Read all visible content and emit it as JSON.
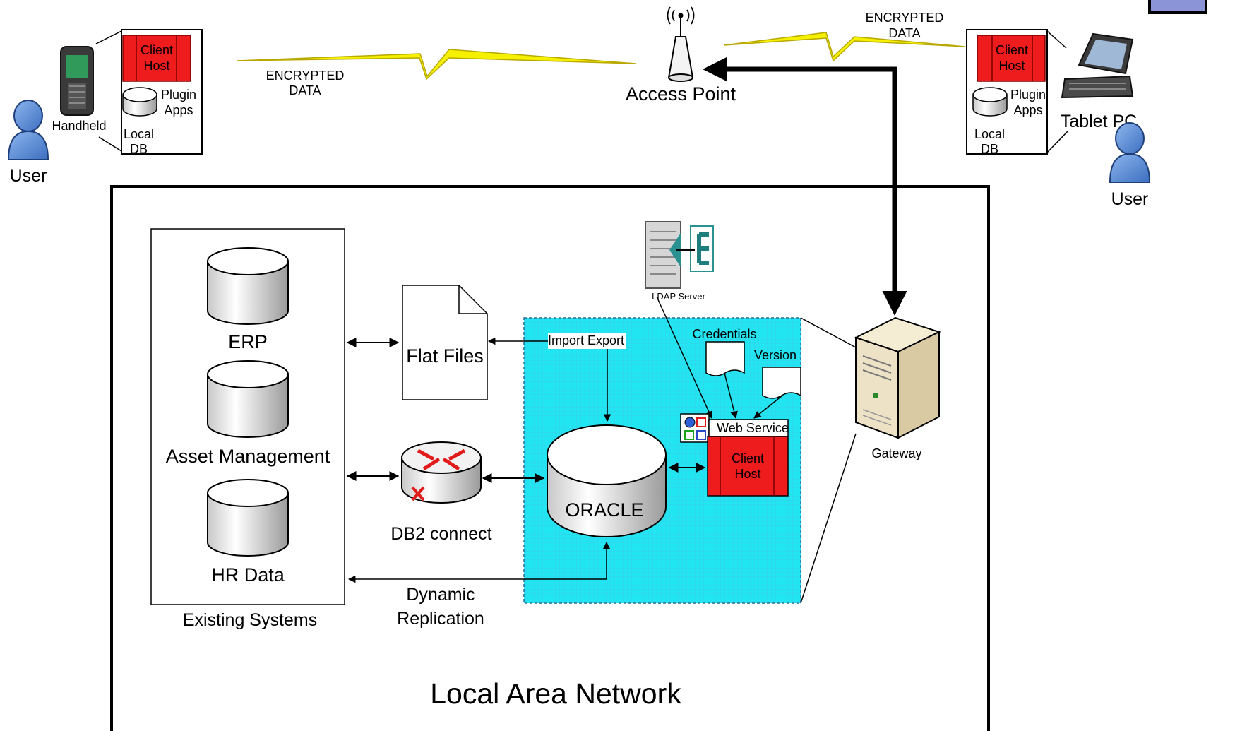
{
  "labels": {
    "user_left": "User",
    "user_right": "User",
    "handheld": "Handheld",
    "tablet_pc": "Tablet PC",
    "access_point": "Access Point",
    "encrypted_left_1": "ENCRYPTED",
    "encrypted_left_2": "DATA",
    "encrypted_right_1": "ENCRYPTED",
    "encrypted_right_2": "DATA",
    "client_left_1": "Client",
    "client_left_2": "Host",
    "plugin_left_1": "Plugin",
    "plugin_left_2": "Apps",
    "localdb_left_1": "Local",
    "localdb_left_2": "DB",
    "client_right_1": "Client",
    "client_right_2": "Host",
    "plugin_right_1": "Plugin",
    "plugin_right_2": "Apps",
    "localdb_right_1": "Local",
    "localdb_right_2": "DB",
    "erp": "ERP",
    "asset_management": "Asset Management",
    "hr_data": "HR Data",
    "existing_systems": "Existing Systems",
    "flat_files": "Flat Files",
    "import_export": "Import Export",
    "db2_connect": "DB2 connect",
    "dynamic_1": "Dynamic",
    "dynamic_2": "Replication",
    "oracle": "ORACLE",
    "ldap_server": "LDAP Server",
    "credentials": "Credentials",
    "version": "Version",
    "web_service": "Web Service",
    "client_center_1": "Client",
    "client_center_2": "Host",
    "gateway": "Gateway",
    "lan": "Local Area Network"
  },
  "colors": {
    "client_host": "#ee1c1c",
    "lan_zone": "#22e5f2",
    "lightning": "#f5f000",
    "user_icon": "#5b8fd6",
    "gateway_body": "#ede2c6"
  }
}
